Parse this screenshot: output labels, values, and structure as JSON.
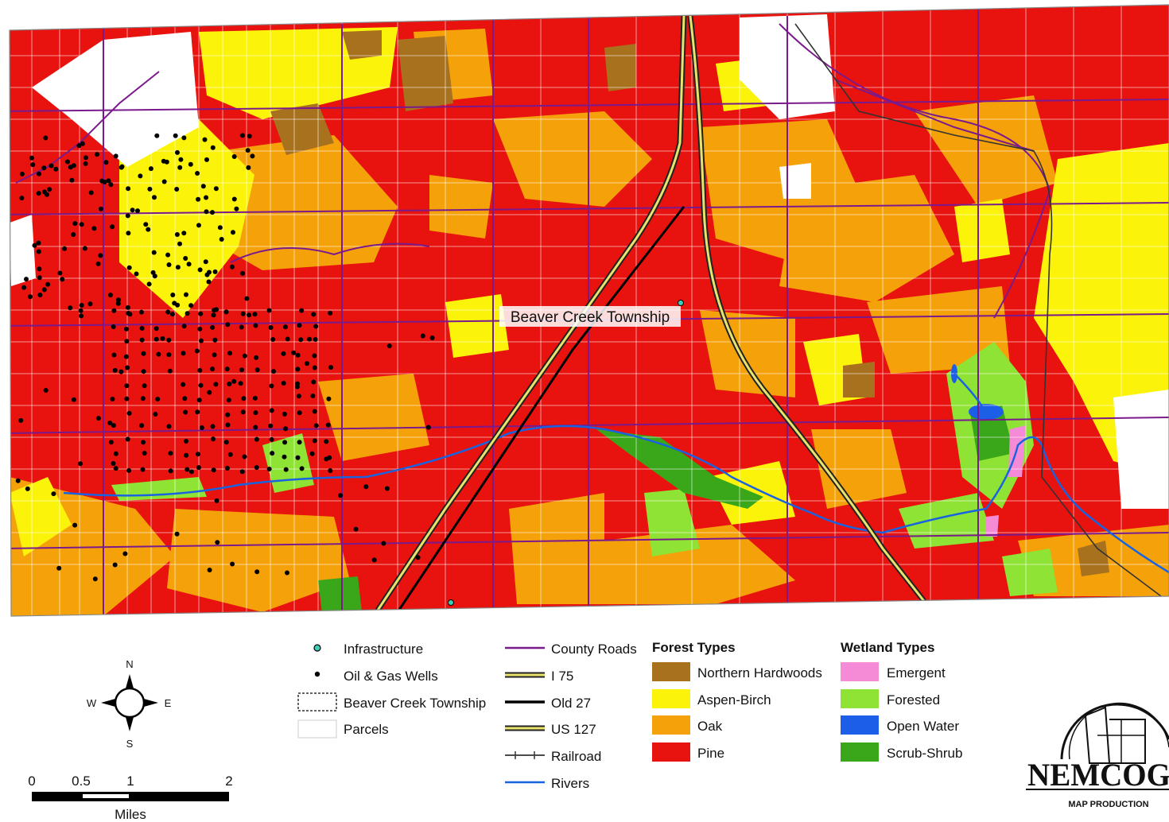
{
  "map": {
    "label": "Beaver Creek Township",
    "colors": {
      "pine": "#e8120f",
      "oak": "#f5a20a",
      "aspen_birch": "#fbf40a",
      "northern_hardwoods": "#a8711e",
      "emergent": "#f58ad6",
      "forested": "#8ee334",
      "open_water": "#1c5ee8",
      "scrub_shrub": "#3aa619",
      "county_roads": "#7a1a8c",
      "rivers": "#1a63e0",
      "infrastructure": "#3fcfb8"
    }
  },
  "legend": {
    "points": {
      "infrastructure": "Infrastructure",
      "wells": "Oil & Gas Wells",
      "township": "Beaver Creek Township",
      "parcels": "Parcels"
    },
    "lines": {
      "county_roads": "County Roads",
      "i75": "I 75",
      "old27": "Old 27",
      "us127": "US 127",
      "railroad": "Railroad",
      "rivers": "Rivers"
    },
    "forest": {
      "title": "Forest Types",
      "items": [
        "Northern Hardwoods",
        "Aspen-Birch",
        "Oak",
        "Pine"
      ]
    },
    "wetland": {
      "title": "Wetland Types",
      "items": [
        "Emergent",
        "Forested",
        "Open Water",
        "Scrub-Shrub"
      ]
    }
  },
  "compass": {
    "n": "N",
    "s": "S",
    "e": "E",
    "w": "W"
  },
  "scale": {
    "ticks": [
      "0",
      "0.5",
      "1",
      "2"
    ],
    "unit": "Miles"
  },
  "logo": {
    "name": "NEMCOG",
    "sub": "MAP PRODUCTION"
  }
}
